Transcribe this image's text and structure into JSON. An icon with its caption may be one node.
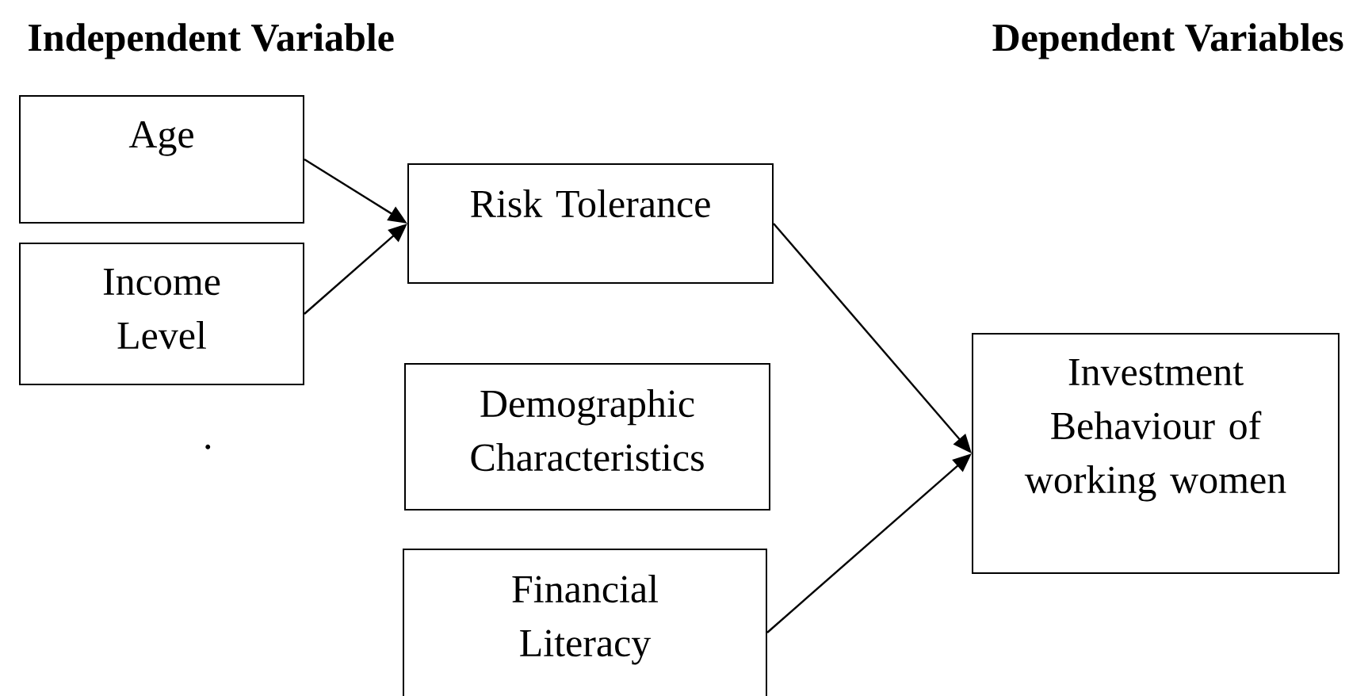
{
  "diagram": {
    "nodes": [
      {
        "text": [
          "Age"
        ]
      },
      {
        "text": [
          "Income Level"
        ]
      },
      {
        "text": [
          "Risk Tolerance"
        ]
      },
      {
        "text": [
          "Demographic Characteristics"
        ]
      },
      {
        "text": [
          "Financial Literacy"
        ]
      },
      {
        "text": [
          "Investment Behaviour of working women"
        ]
      }
    ],
    "edges": [
      {
        "from": 0,
        "to": 2,
        "arrow": "to"
      },
      {
        "from": 1,
        "to": 2,
        "arrow": "to"
      },
      {
        "from": 2,
        "to": 5,
        "arrow": "to"
      },
      {
        "from": 4,
        "to": 5,
        "arrow": "to"
      }
    ],
    "labels": [
      "Independent Variable",
      "Dependent Variables",
      "."
    ]
  }
}
